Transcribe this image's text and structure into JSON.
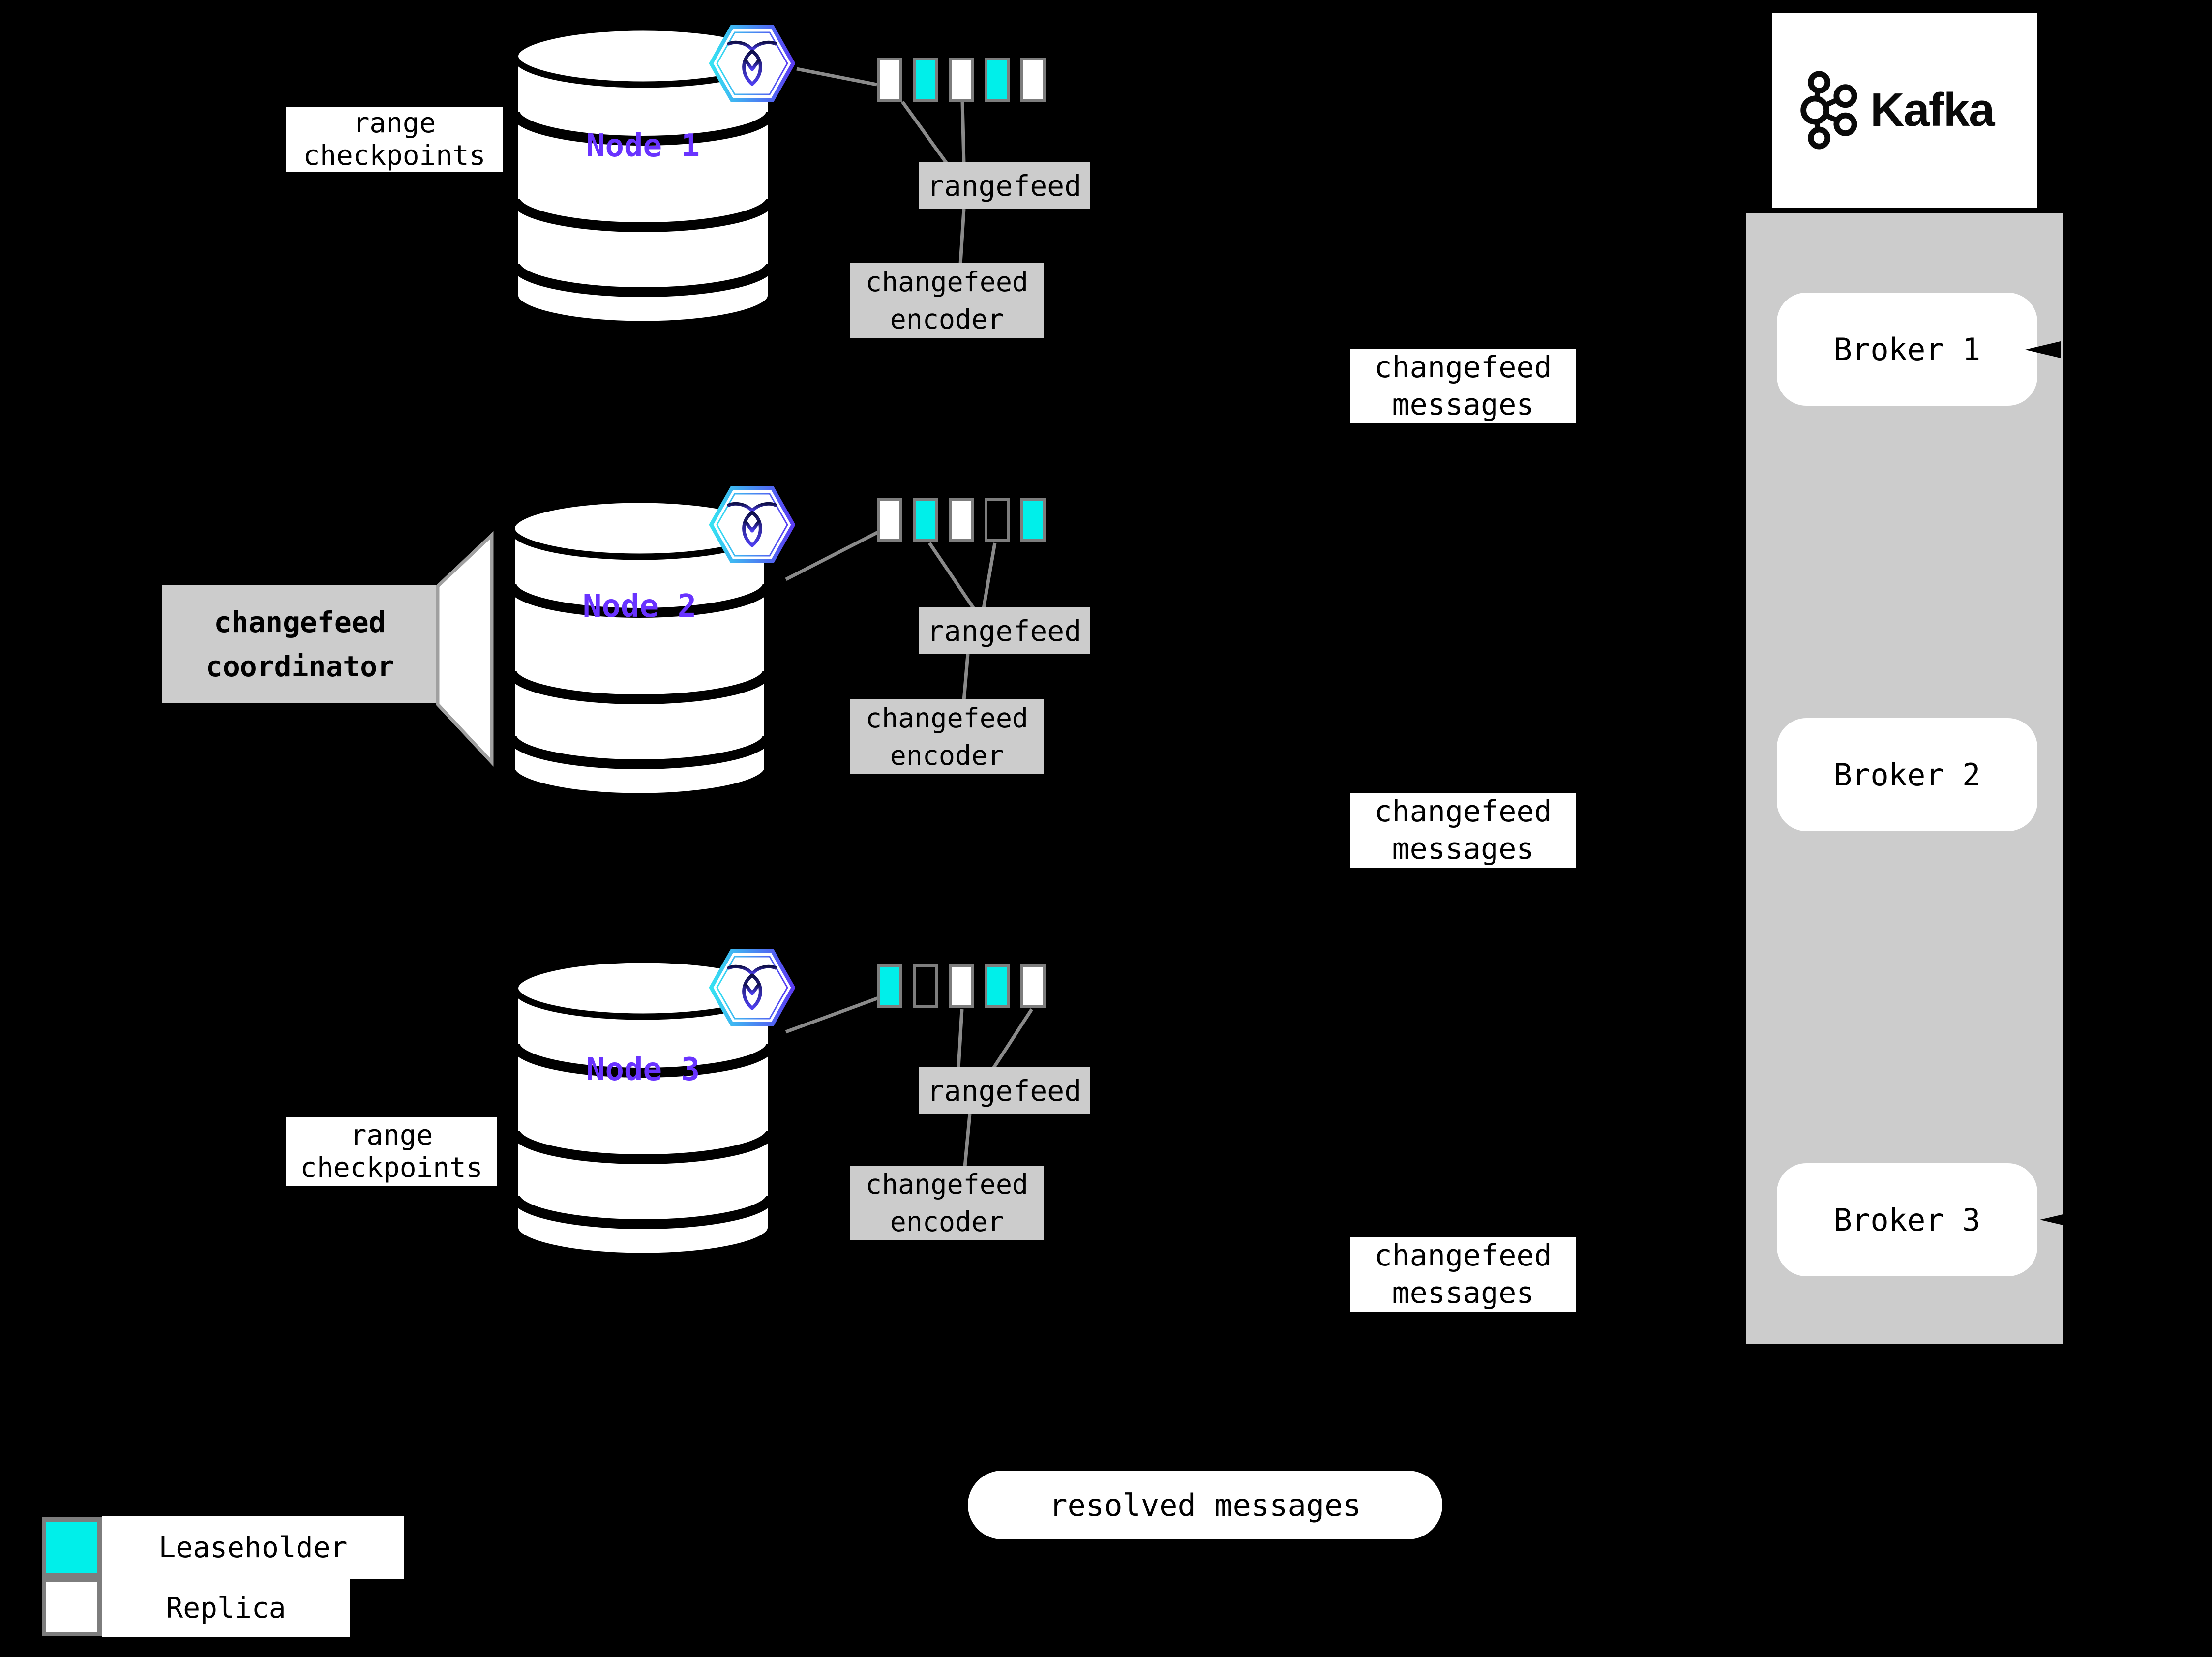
{
  "colors": {
    "background": "#000000",
    "leaseholder": "#00EFEA",
    "replica": "#FFFFFF",
    "empty": "transparent",
    "box_gray": "#CCCCCC",
    "line_gray": "#8A8A8A",
    "square_border": "#7D7D7D",
    "node_purple": "#6933FF",
    "hex_gradient_start": "#35E3F2",
    "hex_gradient_end": "#5A3BF2",
    "crdb_glyph_dark": "#10104A",
    "crdb_glyph_light": "#4E3FF0",
    "text_black": "#000000"
  },
  "labels": {
    "range_checkpoints": {
      "line1": "range",
      "line2": "checkpoints"
    },
    "rangefeed": "rangefeed",
    "encoder": {
      "line1": "changefeed",
      "line2": "encoder"
    },
    "coordinator": {
      "line1": "changefeed",
      "line2": "coordinator"
    },
    "changefeed_messages": {
      "line1": "changefeed",
      "line2": "messages"
    },
    "resolved_messages": "resolved messages"
  },
  "nodes": [
    {
      "name": "Node 1",
      "ranges": [
        "replica",
        "leaseholder",
        "replica",
        "leaseholder",
        "replica"
      ]
    },
    {
      "name": "Node 2",
      "ranges": [
        "replica",
        "leaseholder",
        "replica",
        "empty",
        "leaseholder"
      ]
    },
    {
      "name": "Node 3",
      "ranges": [
        "leaseholder",
        "empty",
        "replica",
        "leaseholder",
        "replica"
      ]
    }
  ],
  "kafka": {
    "title": "Kafka",
    "brokers": [
      "Broker 1",
      "Broker 2",
      "Broker 3"
    ]
  },
  "legend": [
    {
      "swatch": "leaseholder",
      "label": "Leaseholder"
    },
    {
      "swatch": "replica",
      "label": "Replica"
    }
  ]
}
